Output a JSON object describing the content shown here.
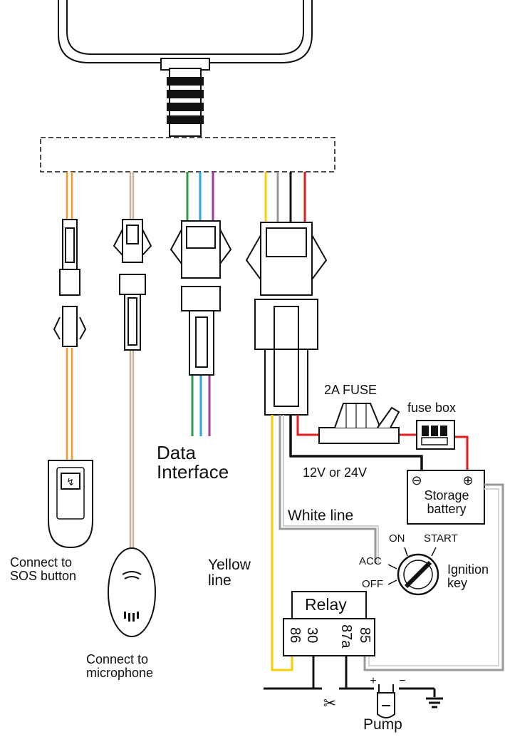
{
  "labels": {
    "sos_line1": "Connect to",
    "sos_line2": "SOS button",
    "mic_line1": "Connect to",
    "mic_line2": "microphone",
    "data_line1": "Data",
    "data_line2": "Interface",
    "fuse": "2A FUSE",
    "fuse_box": "fuse box",
    "voltage": "12V or 24V",
    "battery_line1": "Storage",
    "battery_line2": "battery",
    "white_line": "White line",
    "yellow_line1": "Yellow",
    "yellow_line2": "line",
    "on": "ON",
    "start": "START",
    "acc": "ACC",
    "off": "OFF",
    "ignition_line1": "Ignition",
    "ignition_line2": "key",
    "relay": "Relay",
    "pin_86": "86",
    "pin_30": "30",
    "pin_87a": "87a",
    "pin_85": "85",
    "pump": "Pump",
    "battery_neg": "⊖",
    "battery_pos": "⊕",
    "pump_pos": "+",
    "pump_neg": "−"
  },
  "colors": {
    "orange": "#f39a2b",
    "tan": "#c8b49a",
    "green": "#2e9b48",
    "blue": "#2ba3dd",
    "purple": "#9b3d99",
    "yellow": "#f7d000",
    "black": "#111111",
    "red": "#e21d1d",
    "grey": "#9a9a9a"
  }
}
